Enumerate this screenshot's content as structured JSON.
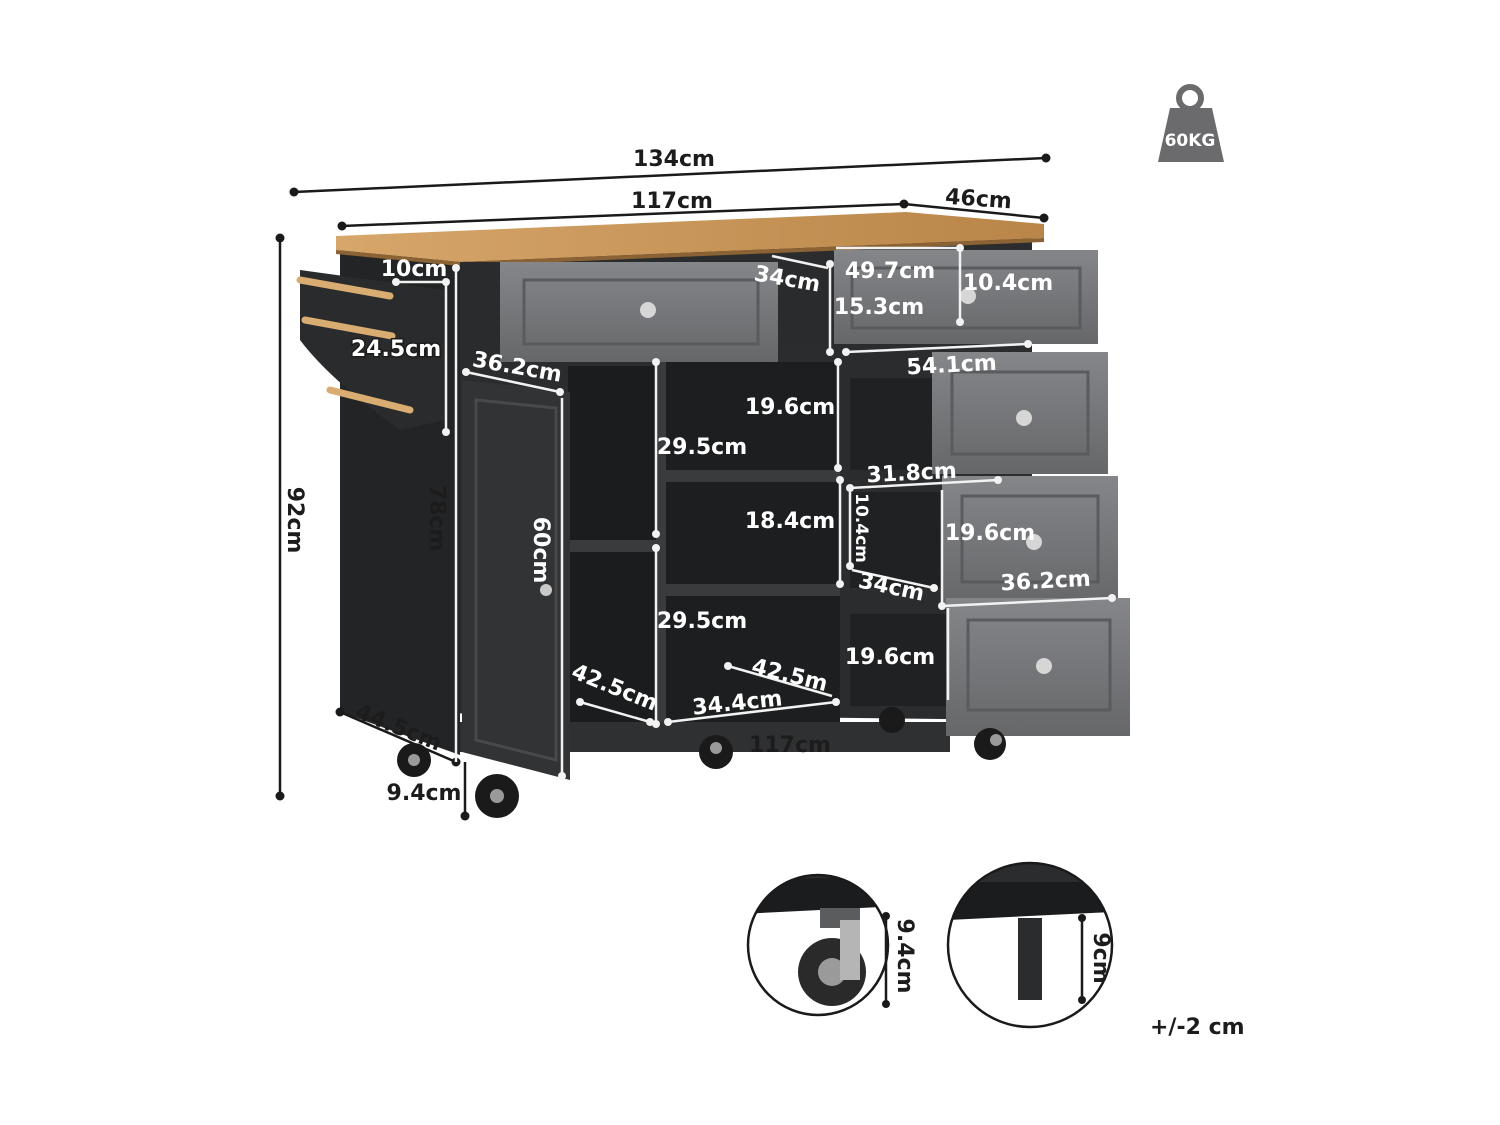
{
  "weight": {
    "label": "60KG",
    "icon": "weight-icon"
  },
  "dimensions": {
    "overall_width": "134cm",
    "body_width": "117cm",
    "depth": "46cm",
    "height": "92cm",
    "body_height": "78cm",
    "door_height": "60cm",
    "rack_width": "10cm",
    "rack_height": "24.5cm",
    "door_width": "36.2cm",
    "side_depth": "44.5cm",
    "caster_height": "9.4cm",
    "bottom_width": "117cm"
  },
  "top_drawers": {
    "left_depth": "34cm",
    "width": "49.7cm",
    "inner_height": "10.4cm",
    "height": "15.3cm"
  },
  "shelves": {
    "upper_height": "19.6cm",
    "lower_height": "29.5cm",
    "middle_height": "18.4cm",
    "middle_left_height": "29.5cm",
    "inner_depth": "42.5m",
    "width": "34.4cm",
    "left_depth": "42.5cm"
  },
  "right_drawers": {
    "width": "54.1cm",
    "depth": "31.8cm",
    "inner_height": "10.4cm",
    "height_a": "19.6cm",
    "drawer_depth": "34cm",
    "drawer_width": "36.2cm",
    "height_b": "19.6cm"
  },
  "details": {
    "caster_height": "9.4cm",
    "leg_height": "9cm",
    "tolerance": "+/-2 cm"
  },
  "colors": {
    "cabinet": "#2b2c2e",
    "cabinet_dark": "#1b1c1d",
    "drawer_front": "#76777a",
    "countertop": "#c9965a",
    "line": "#1a1a1a"
  }
}
